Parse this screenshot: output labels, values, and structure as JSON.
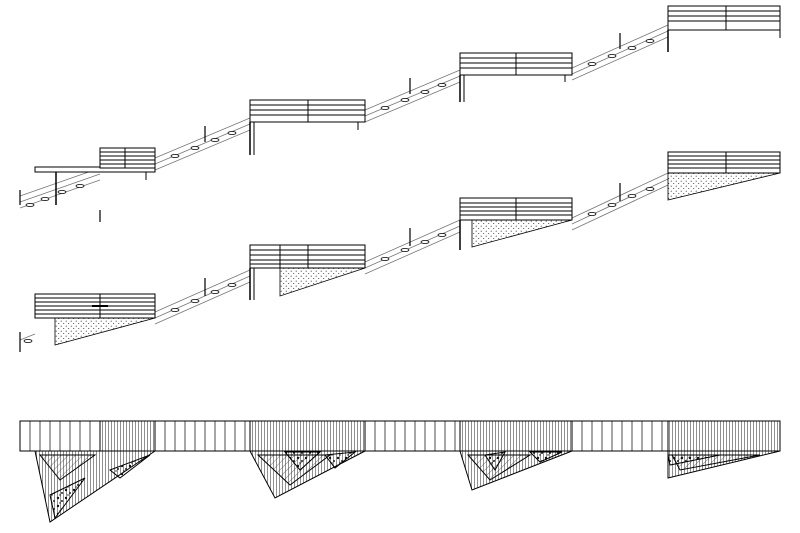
{
  "drawing": {
    "line_color": "#000000",
    "rail_color": "#555555",
    "hatch_color": "#333333",
    "background": "#ffffff",
    "views": [
      {
        "id": "upper-elevation",
        "landings": 4,
        "hatched_supports": false
      },
      {
        "id": "middle-elevation",
        "landings": 4,
        "hatched_supports": true
      },
      {
        "id": "plan-view",
        "landings": 4,
        "hatched_supports": true
      }
    ]
  }
}
